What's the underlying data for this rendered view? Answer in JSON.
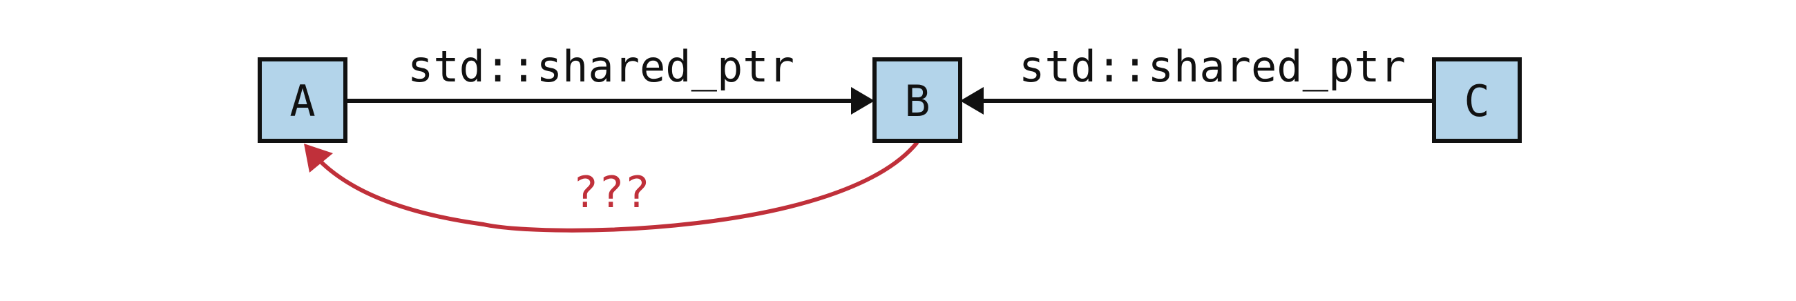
{
  "colors": {
    "node_fill": "#b3d4ea",
    "stroke": "#111111",
    "cycle": "#c0303a"
  },
  "nodes": {
    "a": {
      "label": "A"
    },
    "b": {
      "label": "B"
    },
    "c": {
      "label": "C"
    }
  },
  "edges": {
    "a_to_b": {
      "label": "std::shared_ptr"
    },
    "c_to_b": {
      "label": "std::shared_ptr"
    },
    "b_to_a": {
      "label": "???"
    }
  }
}
